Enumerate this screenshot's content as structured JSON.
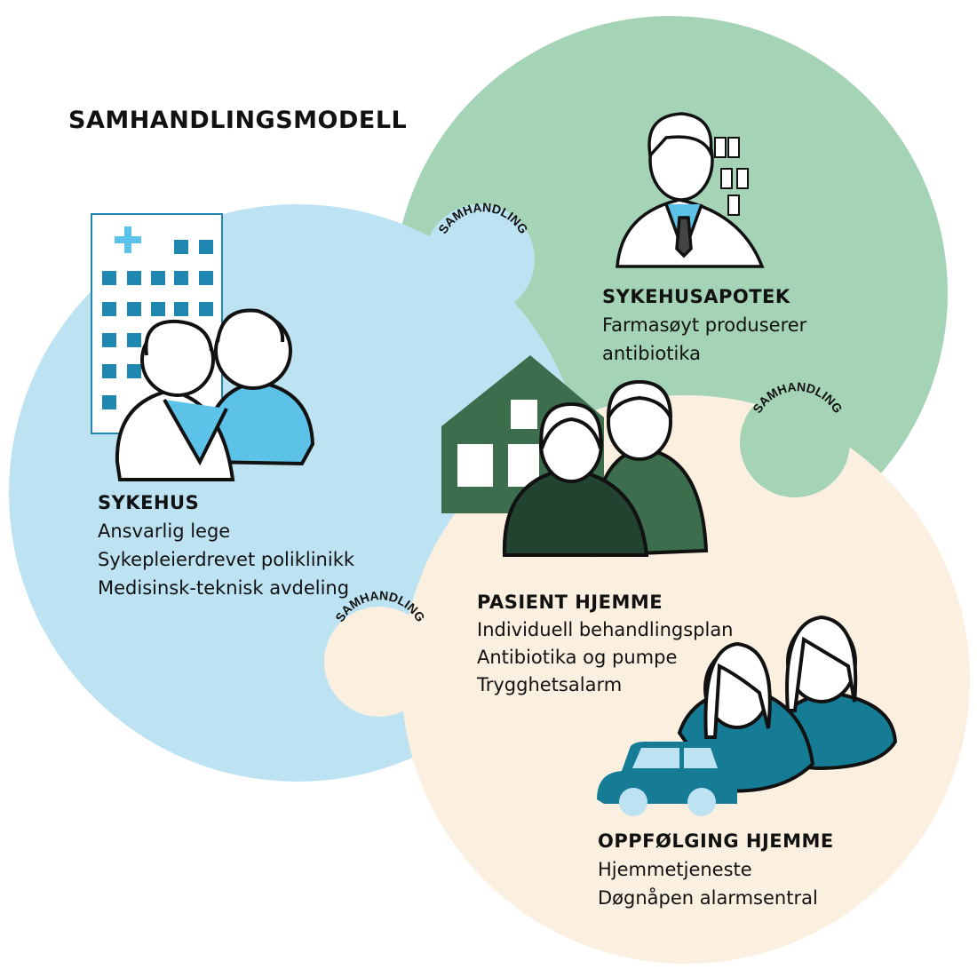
{
  "title": "SAMHANDLINGSMODELL",
  "connector_label": "SAMHANDLING",
  "colors": {
    "hospital": "#bde3f3",
    "pharmacy": "#a4d3b5",
    "home": "#fbefdf",
    "teal": "#167c96",
    "dark_green": "#3c6e4e"
  },
  "sections": {
    "sykehus": {
      "heading": "SYKEHUS",
      "lines": [
        "Ansvarlig lege",
        "Sykepleierdrevet poliklinikk",
        "Medisinsk-teknisk avdeling"
      ]
    },
    "apotek": {
      "heading": "SYKEHUSAPOTEK",
      "lines": [
        "Farmasøyt produserer",
        "antibiotika"
      ]
    },
    "pasient": {
      "heading": "PASIENT HJEMME",
      "lines": [
        "Individuell behandlingsplan",
        "Antibiotika og pumpe",
        "Trygghetsalarm"
      ]
    },
    "oppfolging": {
      "heading": "OPPFØLGING HJEMME",
      "lines": [
        "Hjemmetjeneste",
        "Døgnåpen alarmsentral"
      ]
    }
  }
}
